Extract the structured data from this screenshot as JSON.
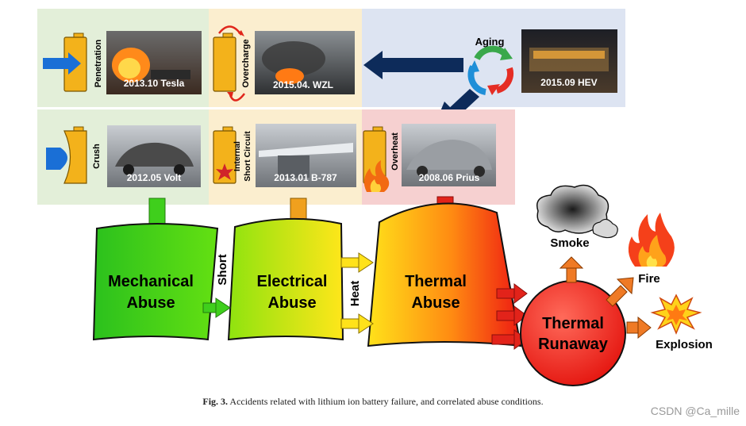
{
  "top_row": {
    "penetration": {
      "label": "Penetration",
      "caption": "2013.10 Tesla"
    },
    "overcharge": {
      "label": "Overcharge",
      "caption": "2015.04. WZL"
    },
    "aging": {
      "label": "Aging",
      "caption": "2015.09 HEV"
    }
  },
  "middle_row": {
    "crush": {
      "label": "Crush",
      "caption": "2012.05 Volt"
    },
    "internal_short": {
      "label_line1": "Internal",
      "label_line2": "Short Circuit",
      "caption": "2013.01 B-787"
    },
    "overheat": {
      "label": "Overheat",
      "caption": "2008.06 Prius"
    }
  },
  "blocks": {
    "mechanical": {
      "line1": "Mechanical",
      "line2": "Abuse"
    },
    "electrical": {
      "line1": "Electrical",
      "line2": "Abuse"
    },
    "thermal": {
      "line1": "Thermal",
      "line2": "Abuse"
    },
    "runaway": {
      "line1": "Thermal",
      "line2": "Runaway"
    }
  },
  "connectors": {
    "short": "Short",
    "heat": "Heat"
  },
  "outcomes": {
    "smoke": "Smoke",
    "fire": "Fire",
    "explosion": "Explosion"
  },
  "caption": {
    "figure": "Fig. 3.",
    "text": " Accidents related with lithium ion battery failure, and correlated abuse conditions."
  },
  "watermark": "CSDN @Ca_mille",
  "colors": {
    "panel_green": "#e3efd9",
    "panel_yellow": "#fbeecf",
    "panel_blue": "#dde4f2",
    "panel_red": "#f6d0d0",
    "battery": "#f3b21b",
    "arrow_navy": "#0d2b5a",
    "arrow_green": "#3fcf1c",
    "arrow_orange": "#f0a01e",
    "arrow_red": "#e2231a"
  }
}
